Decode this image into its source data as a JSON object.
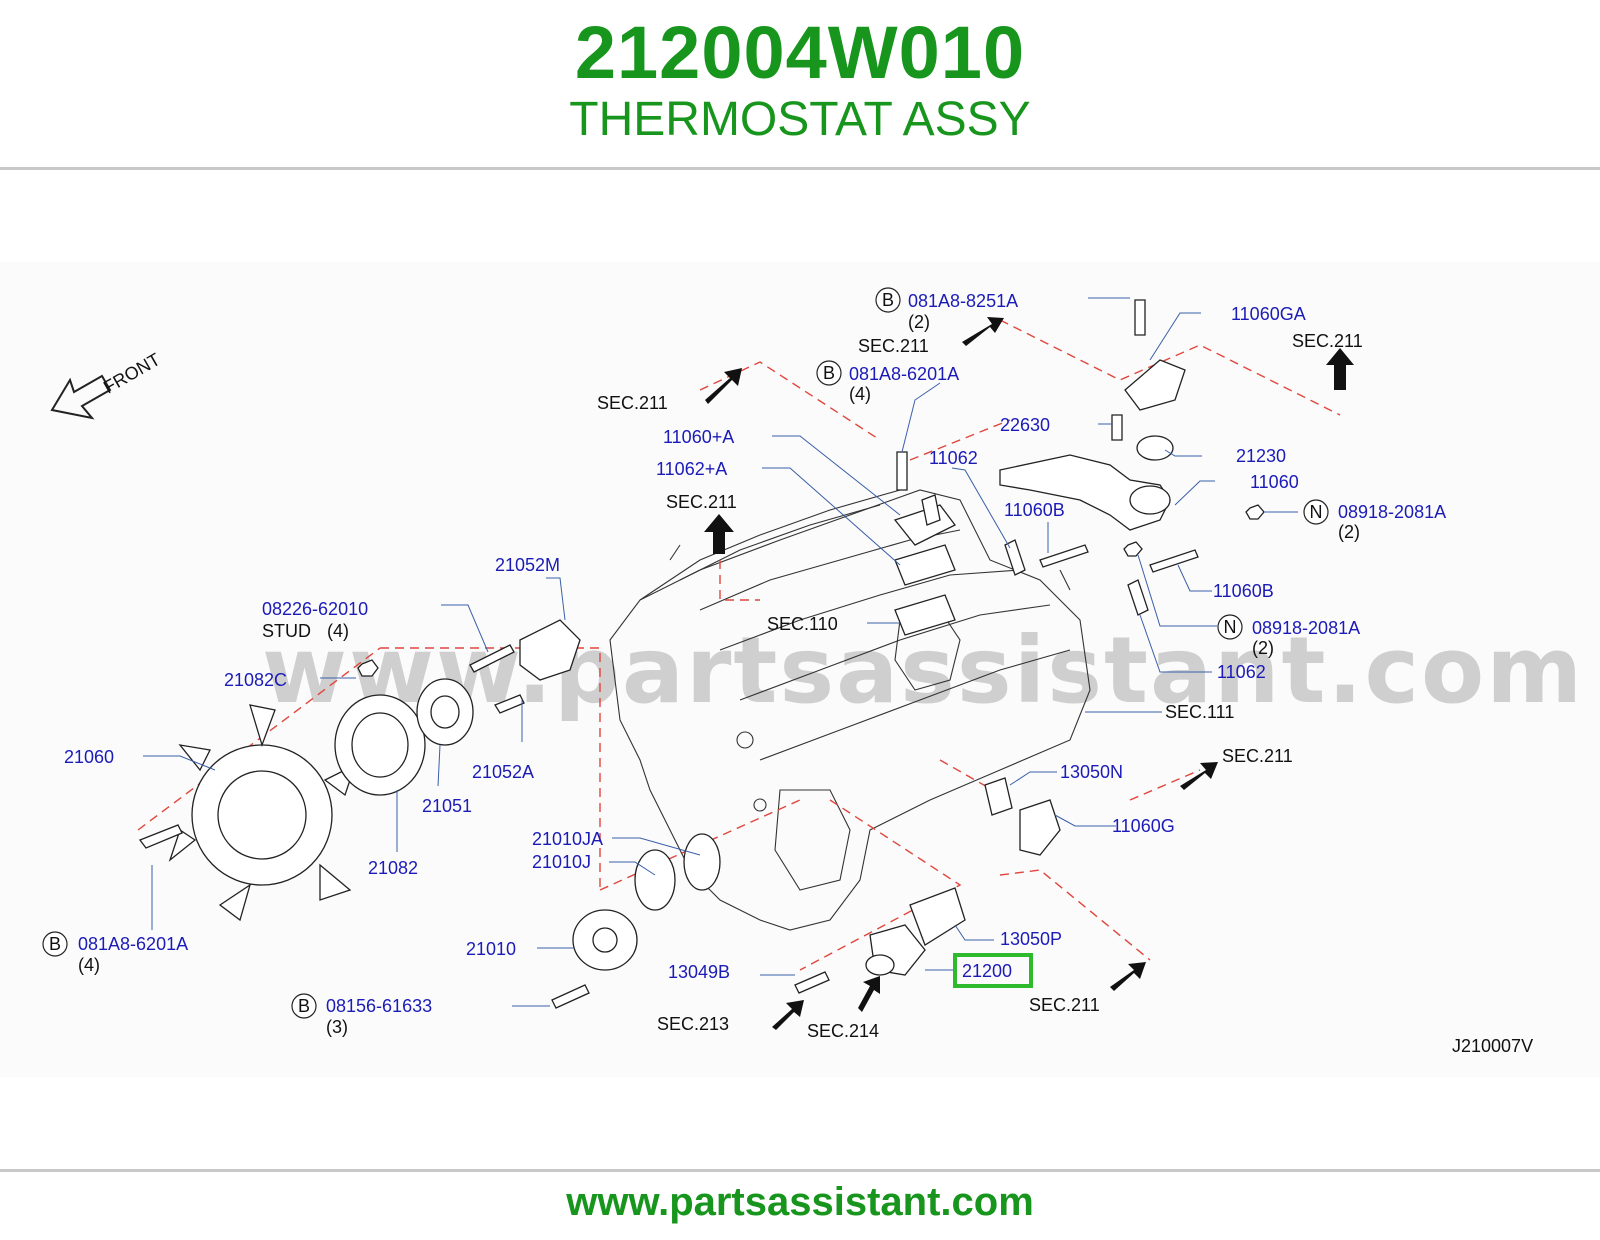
{
  "header": {
    "part_number": "212004W010",
    "part_name": "THERMOSTAT ASSY"
  },
  "footer": {
    "website": "www.partsassistant.com"
  },
  "diagram": {
    "watermark": "www.partsassistant.com",
    "front_label": "FRONT",
    "diagram_code": "J210007V",
    "highlighted_part": "21200",
    "colors": {
      "brand_green": "#17951d",
      "callout_blue": "#1b1bb8",
      "dash_red": "#e0463d",
      "highlight": "#2dbb2d"
    },
    "labels": {
      "b_081a8_8251a": "081A8-8251A",
      "qty_2_a": "(2)",
      "sec211_a": "SEC.211",
      "b_081a8_6201a_top": "081A8-6201A",
      "qty_4_a": "(4)",
      "p_11060ga": "11060GA",
      "sec211_b": "SEC.211",
      "sec211_c": "SEC.211",
      "p_22630": "22630",
      "p_11060a": "11060+A",
      "p_11062a": "11062+A",
      "p_11062_top": "11062",
      "p_21230": "21230",
      "p_11060": "11060",
      "n_08918_top": "08918-2081A",
      "qty_2_b": "(2)",
      "sec211_d": "SEC.211",
      "p_11060b_top": "11060B",
      "p_11060b_bottom": "11060B",
      "p_21052m": "21052M",
      "p_08226": "08226-62010",
      "stud": "STUD",
      "qty_4_b": "(4)",
      "sec110": "SEC.110",
      "n_08918_bottom": "08918-2081A",
      "qty_2_c": "(2)",
      "p_21082c": "21082C",
      "p_11062_bottom": "11062",
      "sec111": "SEC.111",
      "p_21060": "21060",
      "p_21052a": "21052A",
      "sec211_e": "SEC.211",
      "p_13050n": "13050N",
      "p_21051": "21051",
      "p_11060g": "11060G",
      "p_21010ja": "21010JA",
      "p_21010j": "21010J",
      "p_21082": "21082",
      "b_081a8_6201a_left": "081A8-6201A",
      "qty_4_c": "(4)",
      "p_13050p": "13050P",
      "p_21010": "21010",
      "p_13049b": "13049B",
      "p_21200": "21200",
      "b_08156": "08156-61633",
      "qty_3": "(3)",
      "sec211_f": "SEC.211",
      "sec213": "SEC.213",
      "sec214": "SEC.214",
      "circle_b": "B",
      "circle_n": "N"
    }
  }
}
